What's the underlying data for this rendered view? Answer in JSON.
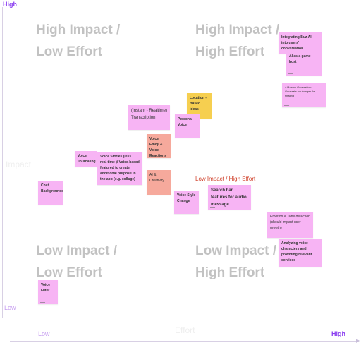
{
  "axes": {
    "y_high": "High",
    "y_low": "Low",
    "y_title": "Impact",
    "x_low": "Low",
    "x_high": "High",
    "x_title": "Effort"
  },
  "quadrants": {
    "top_left": "High Impact /\nLow Effort",
    "top_right": "High Impact /\nHigh Effort",
    "bottom_left": "Low Impact /\nLow Effort",
    "bottom_right": "Low Impact /\nHigh Effort"
  },
  "section_label": "Low Impact / High Effort",
  "notes": {
    "integrating_buz_ai": "Integrating Buz AI into users' conversation",
    "ai_game_host": "AI as a game host",
    "ai_meme_generation": "AI Meme Generation: Generate fun images for sharing",
    "location_based": "Location - Based Ideas",
    "instant_transcription": "(Instant - Realtime) Transcription",
    "personal_voice": "Personal Voice",
    "voice_emoji": "Voice Emoji & Voice Reactions",
    "voice_journaling": "Voice Journaling",
    "voice_stories": "Voice Stories (less real-time )/ Voice-based featured to create additional purpose in the app (e.g. collage)",
    "chat_backgrounds": "Chat Backgrounds",
    "ai_creativity": "AI & Creativity",
    "search_bar": "Search bar features for audio message",
    "voice_style_change": "Voice Style Change",
    "emotion_tone": "Emotion & Tone detection (should impact user growth)",
    "analyzing_voice": "Analyzing voice characters and providing relevant services",
    "voice_filter": "Voice Filter"
  },
  "colors": {
    "note_pink": "#f7b4f4",
    "note_salmon": "#f6a99c",
    "note_yellow": "#f6cf50",
    "axis_accent": "#8a3df0",
    "quadrant_text": "#c2c2c2",
    "section_label": "#d0422c"
  }
}
